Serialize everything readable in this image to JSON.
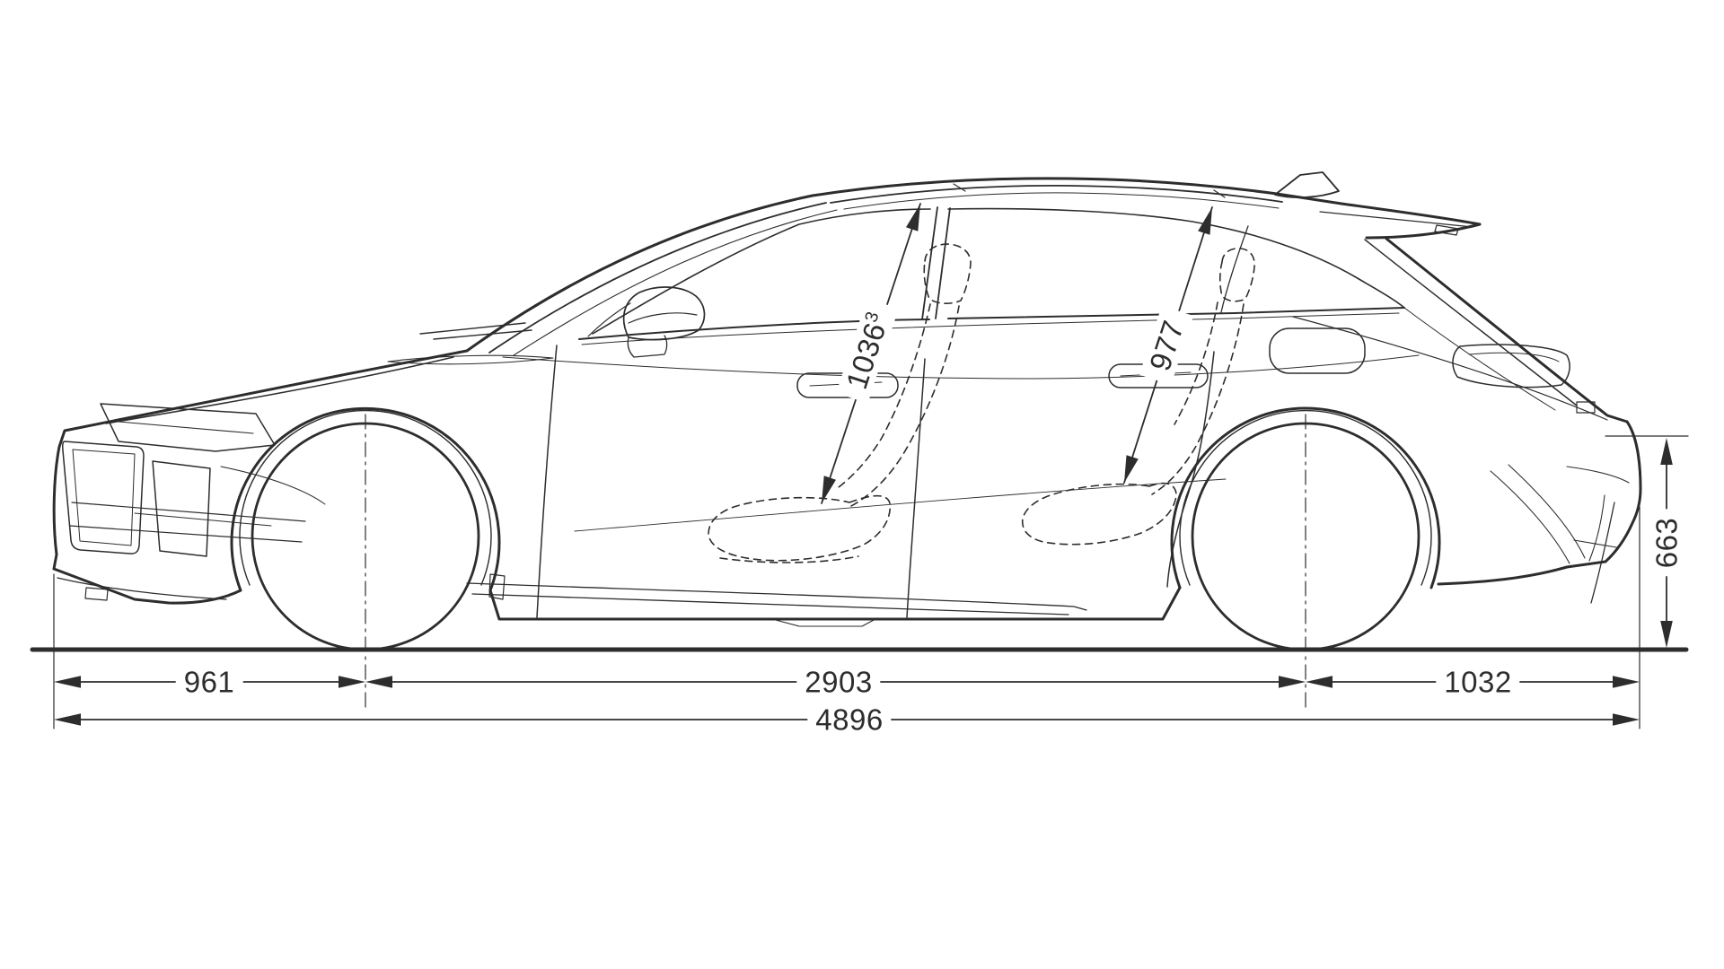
{
  "page": {
    "background": "#ffffff",
    "line_color": "#2d2d2d"
  },
  "diagram": {
    "type": "vehicle-side-view-dimension-drawing",
    "vehicle": "station-wagon-avant-silhouette",
    "dimensions": {
      "front_overhang": "961",
      "wheelbase": "2903",
      "rear_overhang": "1032",
      "overall_length": "4896",
      "rear_sill_height": "663",
      "front_headroom": "1036",
      "front_headroom_footnote": "3",
      "rear_headroom": "977"
    }
  }
}
